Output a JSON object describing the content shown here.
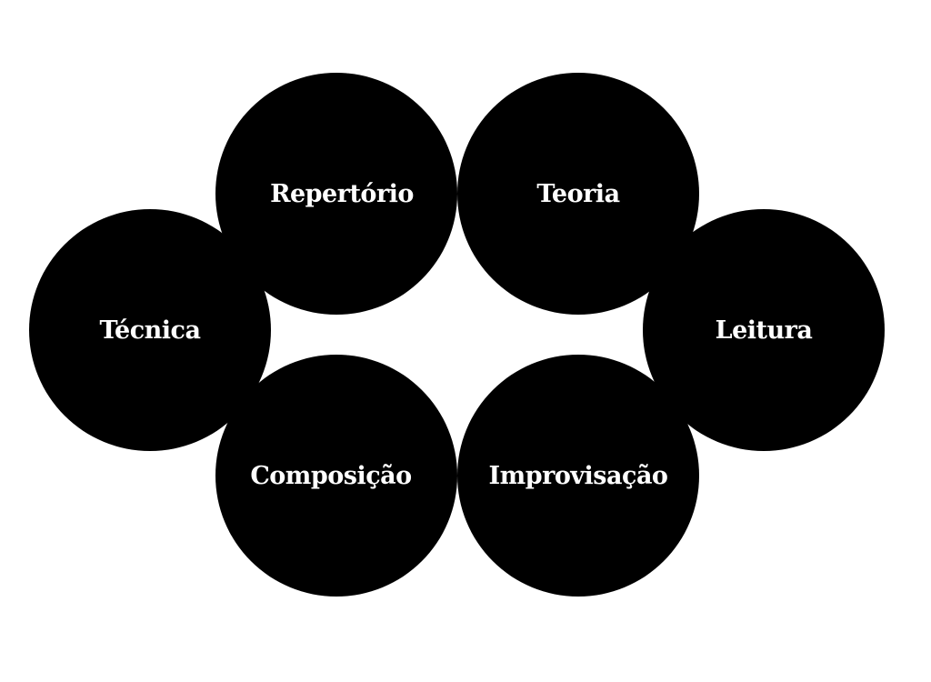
{
  "diagram": {
    "nodes": [
      {
        "id": "tecnica",
        "label": "Técnica"
      },
      {
        "id": "repertorio",
        "label": "Repertório"
      },
      {
        "id": "teoria",
        "label": "Teoria"
      },
      {
        "id": "leitura",
        "label": "Leitura"
      },
      {
        "id": "composicao",
        "label": "Composição"
      },
      {
        "id": "improvisacao",
        "label": "Improvisação"
      }
    ],
    "colors": {
      "circle_fill": "#000000",
      "label_text": "#ffffff",
      "background": "#ffffff"
    }
  }
}
